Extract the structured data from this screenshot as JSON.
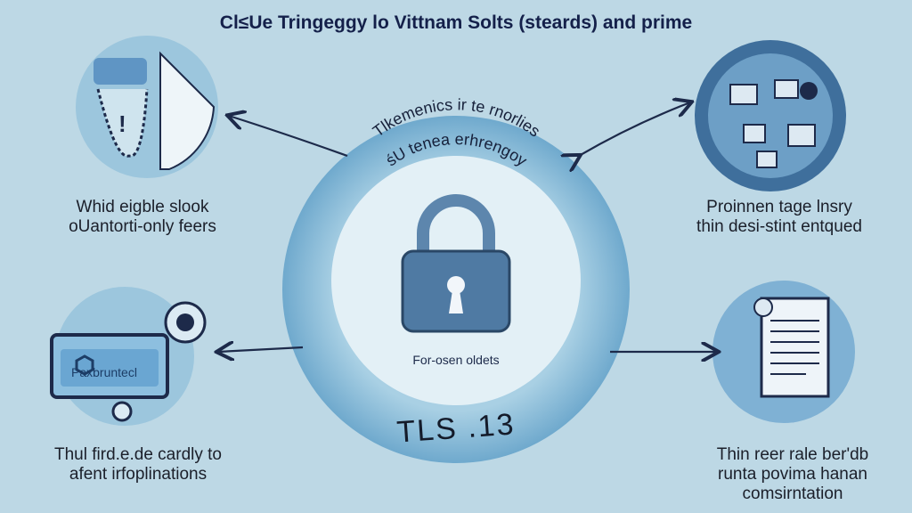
{
  "title": "Cl≤Ue Tringeggy lo Vittnam Solts (steards) and prime",
  "ring_text": {
    "line1": "Tlkemenics ir te rnorlies",
    "line2": "śU tenea erhrengoy"
  },
  "center": {
    "caption": "For-osen oldets",
    "version": "TLS .13",
    "icon": "padlock-icon"
  },
  "nodes": {
    "top_left": {
      "label_line1": "Whid eigble slook",
      "label_line2": "oUantorti-only feers",
      "icon": "alert-shield-icon"
    },
    "top_right": {
      "label_line1": "Proinnen tage lnsry",
      "label_line2": "thin desi-stint entqued",
      "icon": "devices-network-icon"
    },
    "bottom_left": {
      "label_line1": "Thul fird.e.de cardly to",
      "label_line2": "afent irfoplinations",
      "screen_text": "Paxbruntecl",
      "icon": "monitor-icon"
    },
    "bottom_right": {
      "label_line1": "Thin reer rale ber'db",
      "label_line2": "runta povima hanan",
      "label_line3": "comsirntation",
      "icon": "document-icon"
    }
  },
  "colors": {
    "background": "#bdd8e5",
    "ring": "#8fc0da",
    "inner": "#e3f0f6",
    "lock": "#4f7aa3",
    "text": "#14204a"
  }
}
